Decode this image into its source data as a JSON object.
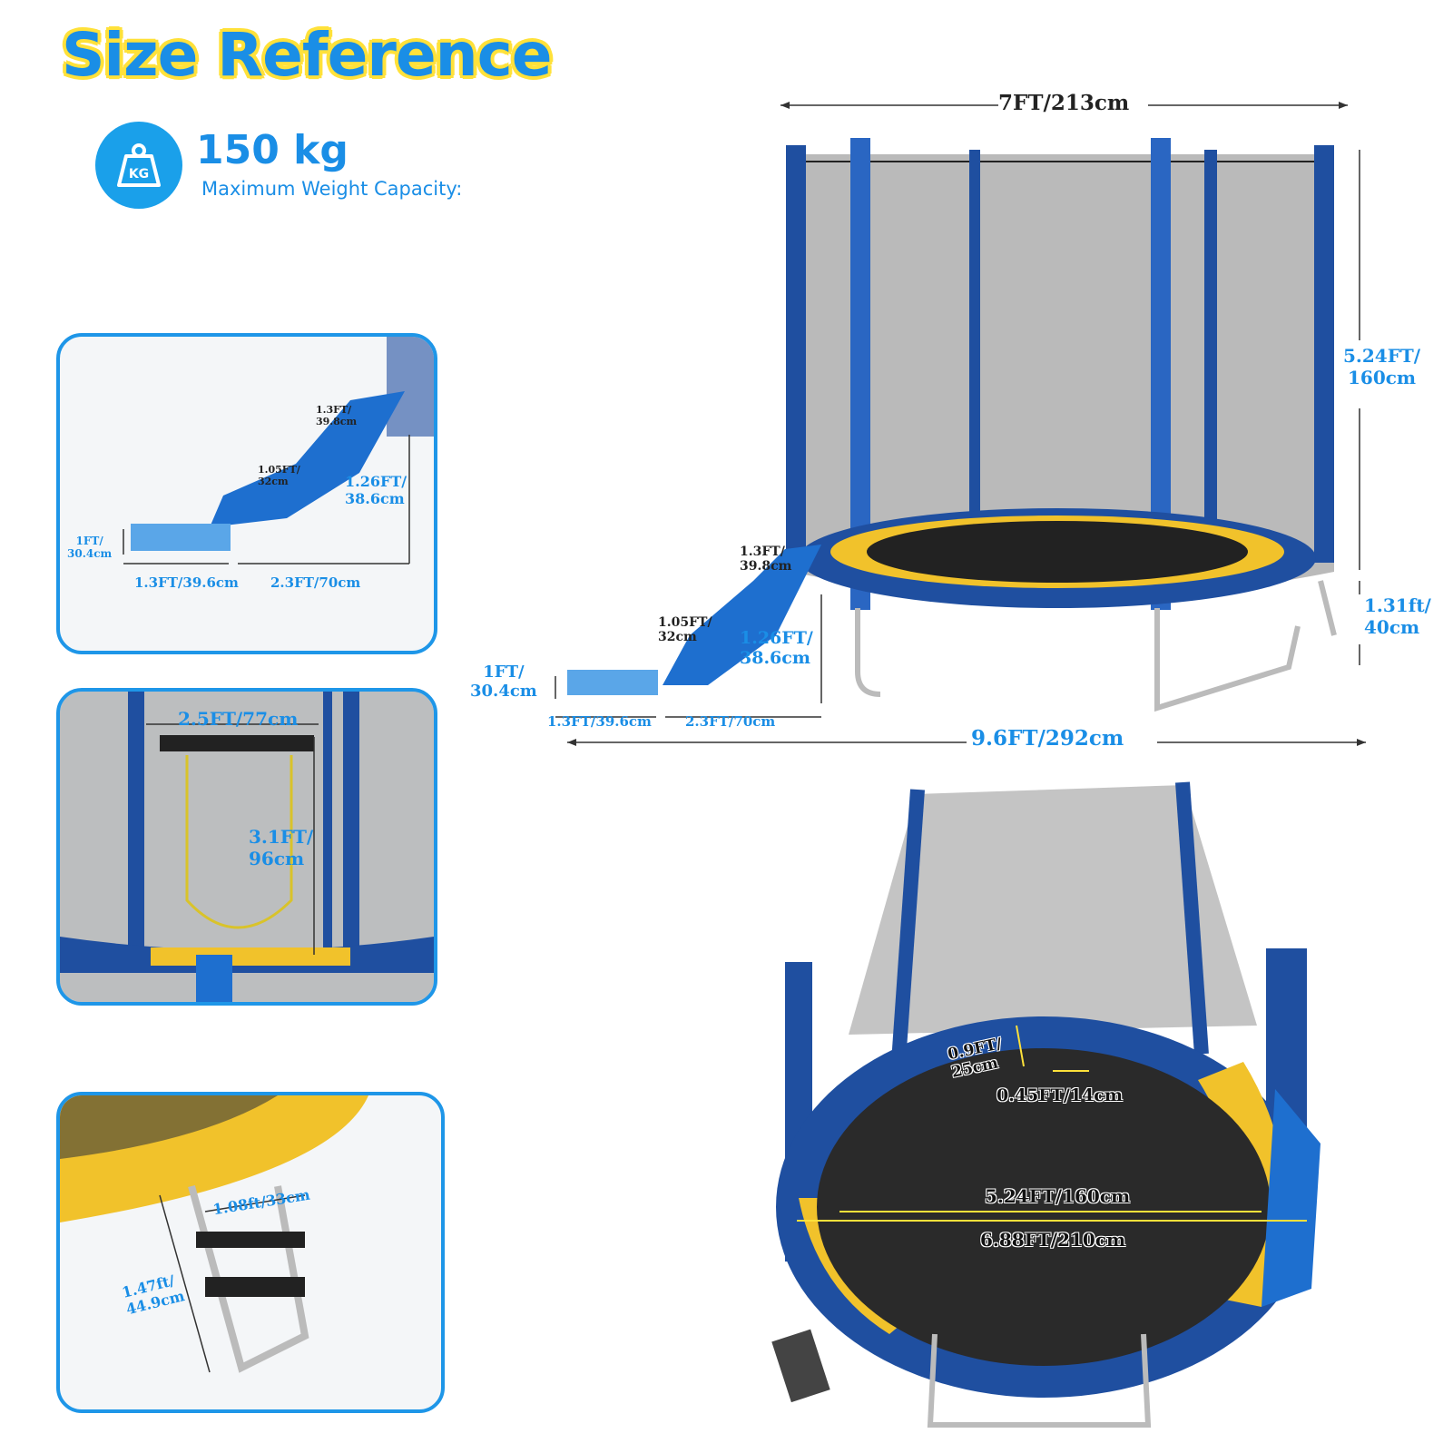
{
  "header": {
    "title": "Size Reference"
  },
  "weight": {
    "icon_text": "KG",
    "value": "150 kg",
    "label": "Maximum Weight Capacity:"
  },
  "main": {
    "width_top": "7FT/213cm",
    "height_right": "5.24FT/\n160cm",
    "leg_height": "1.31ft/\n40cm",
    "total_length": "9.6FT/292cm",
    "slide_top": "1.3FT/\n39.8cm",
    "slide_mid": "1.05FT/\n32cm",
    "slide_height": "1.26FT/\n38.6cm",
    "slide_foot": "1FT/\n30.4cm",
    "slide_base1": "1.3FT/39.6cm",
    "slide_base2": "2.3FT/70cm"
  },
  "slide_panel": {
    "top": "1.3FT/\n39.8cm",
    "mid": "1.05FT/\n32cm",
    "height": "1.26FT/\n38.6cm",
    "foot": "1FT/\n30.4cm",
    "base1": "1.3FT/39.6cm",
    "base2": "2.3FT/70cm"
  },
  "door_panel": {
    "width": "2.5FT/77cm",
    "height": "3.1FT/\n96cm"
  },
  "ladder_panel": {
    "width": "1.08ft/33cm",
    "height": "1.47ft/\n44.9cm"
  },
  "top_view": {
    "pad_width": "0.9FT/\n25cm",
    "spring": "0.45FT/14cm",
    "inner": "5.24FT/160cm",
    "outer": "6.88FT/210cm"
  },
  "colors": {
    "accent": "#1e96e8",
    "highlight": "#ffe13a",
    "pad_blue": "#1f4fa0",
    "pad_yellow": "#f1c22b"
  }
}
